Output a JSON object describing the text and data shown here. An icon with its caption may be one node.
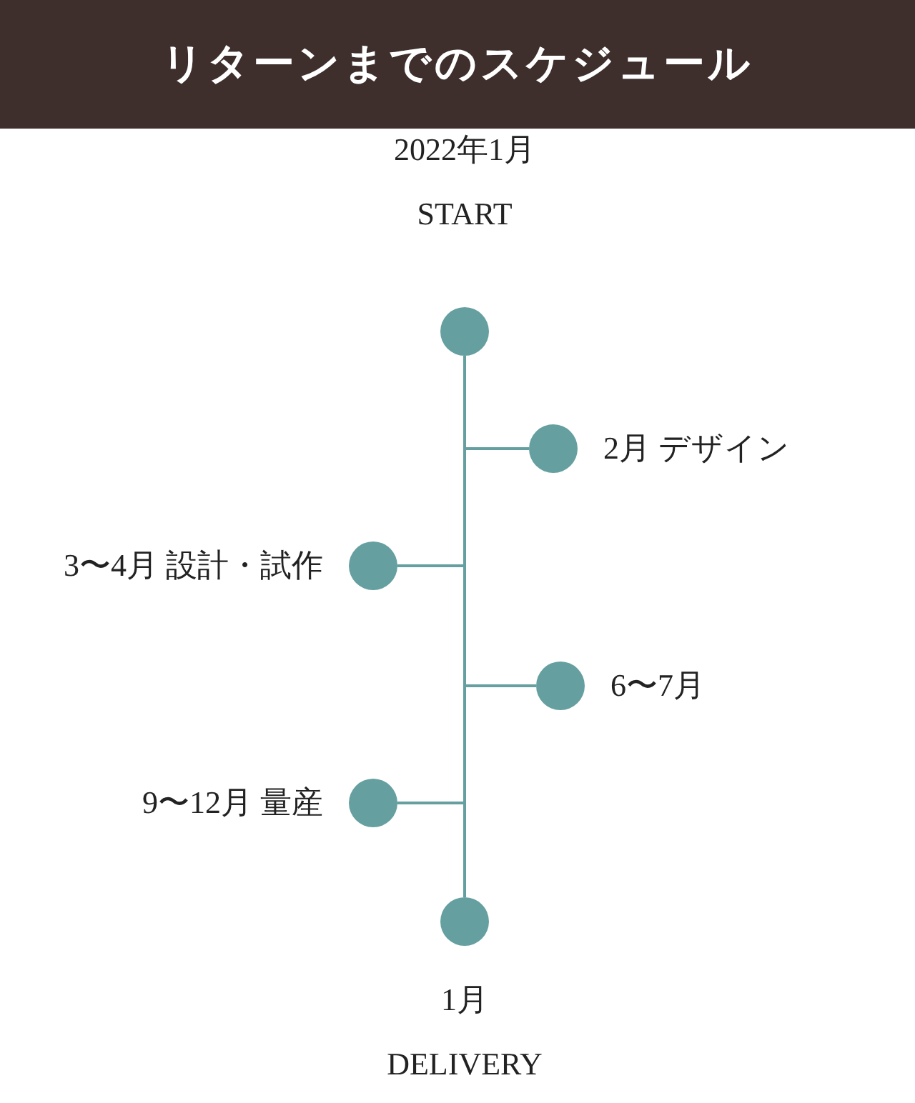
{
  "diagram": {
    "title": "リターンまでのスケジュール",
    "nodes": [
      {
        "text": [],
        "shape": "circle",
        "beside": [
          "2022年1月",
          "START"
        ]
      },
      {
        "text": [],
        "shape": "circle",
        "beside": [
          "2月 デザイン"
        ]
      },
      {
        "text": [],
        "shape": "circle",
        "beside": [
          "3〜4月 設計・試作"
        ]
      },
      {
        "text": [],
        "shape": "circle",
        "beside": [
          "6〜7月"
        ]
      },
      {
        "text": [],
        "shape": "circle",
        "beside": [
          "9〜12月 量産"
        ]
      },
      {
        "text": [],
        "shape": "circle",
        "beside": [
          "1月",
          "DELIVERY"
        ]
      }
    ],
    "edges": [
      {
        "from": 0,
        "to": 5,
        "arrow": "none"
      },
      {
        "from": 0,
        "to": 1,
        "arrow": "none"
      },
      {
        "from": 0,
        "to": 2,
        "arrow": "none"
      },
      {
        "from": 0,
        "to": 3,
        "arrow": "none"
      },
      {
        "from": 0,
        "to": 4,
        "arrow": "none"
      }
    ]
  }
}
